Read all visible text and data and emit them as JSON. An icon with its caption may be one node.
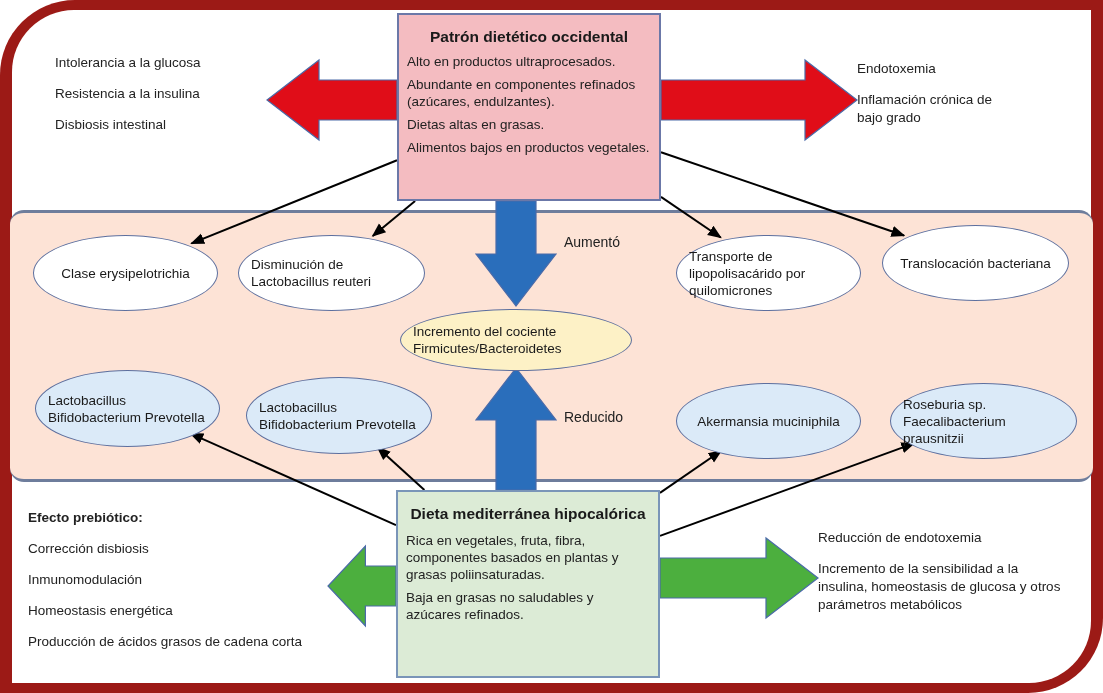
{
  "diagram": {
    "nodes": [
      {
        "text": [
          "Patrón dietético occidental",
          "Alto en productos ultraprocesados.",
          "Abundante en componentes refinados (azúcares, endulzantes).",
          "Dietas altas en grasas.",
          "Alimentos bajos en productos vegetales."
        ]
      },
      {
        "text": [
          "Intolerancia a la glucosa",
          "Resistencia a la insulina",
          "Disbiosis intestinal"
        ]
      },
      {
        "text": [
          "Endotoxemia",
          "Inflamación crónica de bajo grado"
        ]
      },
      {
        "text": [],
        "shape": "band"
      },
      {
        "text": [
          "Clase erysipelotrichia"
        ],
        "in": 3
      },
      {
        "text": [
          "Disminución de Lactobacillus reuteri"
        ],
        "in": 3
      },
      {
        "text": [
          "Transporte de lipopolisacárido por quilomicrones"
        ],
        "in": 3
      },
      {
        "text": [
          "Translocación bacteriana"
        ],
        "in": 3
      },
      {
        "text": [
          "Incremento del cociente Firmicutes/Bacteroidetes"
        ],
        "in": 3
      },
      {
        "text": [
          "Lactobacillus Bifidobacterium Prevotella"
        ],
        "in": 3
      },
      {
        "text": [
          "Lactobacillus Bifidobacterium Prevotella"
        ],
        "in": 3
      },
      {
        "text": [
          "Akermansia muciniphila"
        ],
        "in": 3
      },
      {
        "text": [
          "Roseburia sp. Faecalibacterium prausnitzii"
        ],
        "in": 3
      },
      {
        "text": [
          "Dieta mediterránea hipocalórica",
          "Rica en vegetales, fruta, fibra, componentes basados en plantas y grasas poliinsaturadas.",
          "Baja en grasas no saludables y azúcares refinados."
        ]
      },
      {
        "text": [
          "Efecto prebiótico:",
          "Corrección disbiosis",
          "Inmunomodulación",
          "Homeostasis energética",
          "Producción de ácidos grasos de cadena corta"
        ]
      },
      {
        "text": [
          "Reducción de endotoxemia",
          "Incremento de la sensibilidad a la insulina, homeostasis de glucosa y otros parámetros metabólicos"
        ]
      }
    ],
    "edges": [
      {
        "from": 0,
        "to": 1,
        "arrow": "to",
        "style": "thick",
        "color": "#e00d18"
      },
      {
        "from": 0,
        "to": 2,
        "arrow": "to",
        "style": "thick",
        "color": "#e00d18"
      },
      {
        "from": 0,
        "to": 4,
        "arrow": "to"
      },
      {
        "from": 0,
        "to": 5,
        "arrow": "to"
      },
      {
        "from": 0,
        "to": 6,
        "arrow": "to"
      },
      {
        "from": 0,
        "to": 7,
        "arrow": "to"
      },
      {
        "from": 0,
        "to": 8,
        "arrow": "to",
        "label": "Aumentó",
        "style": "thick",
        "color": "#2a6ebb"
      },
      {
        "from": 13,
        "to": 8,
        "arrow": "to",
        "label": "Reducido",
        "style": "thick",
        "color": "#2a6ebb"
      },
      {
        "from": 13,
        "to": 9,
        "arrow": "to"
      },
      {
        "from": 13,
        "to": 10,
        "arrow": "to"
      },
      {
        "from": 13,
        "to": 11,
        "arrow": "to"
      },
      {
        "from": 13,
        "to": 12,
        "arrow": "to"
      },
      {
        "from": 13,
        "to": 14,
        "arrow": "to",
        "style": "thick",
        "color": "#4caf3e"
      },
      {
        "from": 13,
        "to": 15,
        "arrow": "to",
        "style": "thick",
        "color": "#4caf3e"
      }
    ]
  }
}
